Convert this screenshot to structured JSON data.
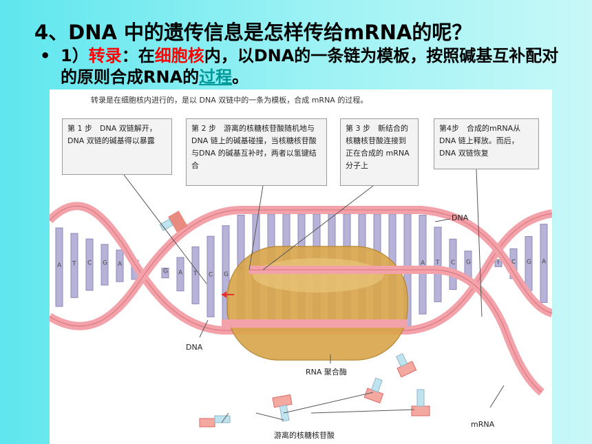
{
  "slide": {
    "title": "4、DNA 中的遗传信息是怎样传给mRNA的呢？",
    "bullet_symbol": "•",
    "bullet": {
      "num": "1）",
      "term": "转录",
      "colon": "：在",
      "nucleus": "细胞核",
      "rest": "内，以DNA的一条链为模板，按照碱基互补配对的原则合成RNA的",
      "link": "过程",
      "end": "。"
    }
  },
  "figure": {
    "caption": "转录是在细胞核内进行的，是以 DNA 双链中的一条为模板，合成 mRNA 的过程。",
    "steps": [
      "第 1 步　DNA 双链解开，DNA 双链的碱基得以暴露",
      "第 2 步　游离的核糖核苷酸随机地与 DNA 链上的碱基碰撞，当核糖核苷酸与DNA 的碱基互补时，两者以氢键结合",
      "第 3 步　新结合的核糖核苷酸连接到正在合成的 mRNA 分子上",
      "第4步　合成的mRNA从 DNA 链上释放。而后，DNA 双链恢复"
    ],
    "labels": {
      "dna_top": "DNA",
      "dna_bottom": "DNA",
      "polymerase": "RNA 聚合酶",
      "mrna": "mRNA",
      "nucleotides": "游离的核糖核苷酸"
    },
    "colors": {
      "strand": "#f2a2a8",
      "strand_edge": "#d9707c",
      "base": "#b7b3d8",
      "rna_base": "#bfe4f0",
      "polymerase": "#d9a64a"
    }
  }
}
